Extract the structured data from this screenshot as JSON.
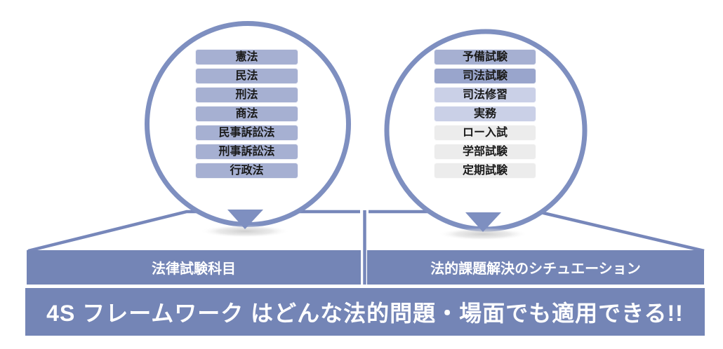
{
  "palette": {
    "primary": "#7485b6",
    "circle_stroke": "#7e8fc0",
    "connector": "#7787ba",
    "box_blue": "#a6b0d2",
    "box_blue_dark": "#99a5cc",
    "box_light": "#cad0e7",
    "box_gray": "#ececec",
    "box_text": "#1a1a1a",
    "bar_text": "#ffffff",
    "shadow": "#c9c9c9"
  },
  "left_circle": {
    "items": [
      {
        "label": "憲法",
        "variant": "box_blue"
      },
      {
        "label": "民法",
        "variant": "box_blue"
      },
      {
        "label": "刑法",
        "variant": "box_blue"
      },
      {
        "label": "商法",
        "variant": "box_blue"
      },
      {
        "label": "民事訴訟法",
        "variant": "box_blue"
      },
      {
        "label": "刑事訴訟法",
        "variant": "box_blue"
      },
      {
        "label": "行政法",
        "variant": "box_blue"
      }
    ]
  },
  "right_circle": {
    "items": [
      {
        "label": "予備試験",
        "variant": "box_blue"
      },
      {
        "label": "司法試験",
        "variant": "box_blue_dark"
      },
      {
        "label": "司法修習",
        "variant": "box_light"
      },
      {
        "label": "実務",
        "variant": "box_light"
      },
      {
        "label": "ロー入試",
        "variant": "box_gray"
      },
      {
        "label": "学部試験",
        "variant": "box_gray"
      },
      {
        "label": "定期試験",
        "variant": "box_gray"
      }
    ]
  },
  "headers": {
    "left": "法律試験科目",
    "right": "法的課題解決のシチュエーション"
  },
  "banner": {
    "text": "4S フレームワーク はどんな法的問題・場面でも適用できる!!"
  }
}
